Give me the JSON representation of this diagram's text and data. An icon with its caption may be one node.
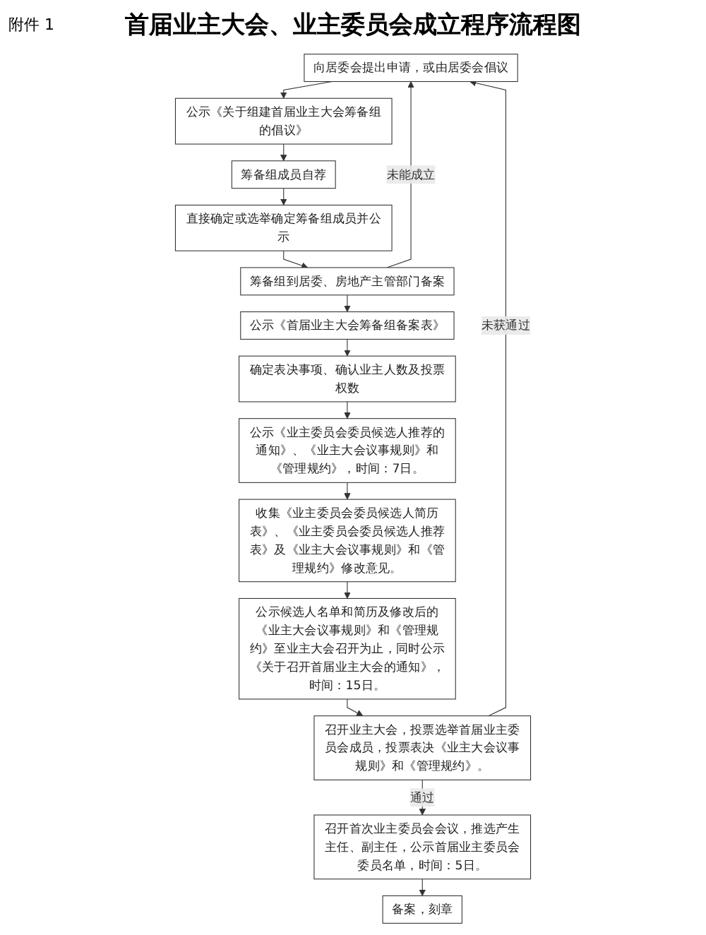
{
  "diagram": {
    "title": "首届业主大会、业主委员会成立程序流程图",
    "nodes": [
      {
        "text": [
          "向居委会提出申请，或由居委会倡议"
        ]
      },
      {
        "text": [
          "公示《关于组建首届业主大会筹备组的倡议》"
        ]
      },
      {
        "text": [
          "筹备组成员自荐"
        ]
      },
      {
        "text": [
          "直接确定或选举确定筹备组成员并公示"
        ]
      },
      {
        "text": [
          "筹备组到居委、房地产主管部门备案"
        ]
      },
      {
        "text": [
          "公示《首届业主大会筹备组备案表》"
        ]
      },
      {
        "text": [
          "确定表决事项、确认业主人数及投票权数"
        ]
      },
      {
        "text": [
          "公示《业主委员会委员候选人推荐的通知》、《业主大会议事规则》和《管理规约》，时间：7日。"
        ]
      },
      {
        "text": [
          "收集《业主委员会委员候选人简历表》、《业主委员会委员候选人推荐表》及《业主大会议事规则》和《管理规约》修改意见。"
        ]
      },
      {
        "text": [
          "公示候选人名单和简历及修改后的《业主大会议事规则》和《管理规约》至业主大会召开为止，同时公示《关于召开首届业主大会的通知》，时间：15日。"
        ]
      },
      {
        "text": [
          "召开业主大会，投票选举首届业主委员会成员，投票表决《业主大会议事规则》和《管理规约》。"
        ]
      },
      {
        "text": [
          "召开首次业主委员会会议，推选产生主任、副主任，公示首届业主委员会委员名单，时间：5日。"
        ]
      },
      {
        "text": [
          "备案，刻章"
        ]
      }
    ],
    "edges": [
      {
        "from": 0,
        "to": 1,
        "arrow": "to"
      },
      {
        "from": 1,
        "to": 2,
        "arrow": "to"
      },
      {
        "from": 2,
        "to": 3,
        "arrow": "to"
      },
      {
        "from": 3,
        "to": 4,
        "arrow": "to"
      },
      {
        "from": 4,
        "to": 5,
        "arrow": "to"
      },
      {
        "from": 5,
        "to": 6,
        "arrow": "to"
      },
      {
        "from": 6,
        "to": 7,
        "arrow": "to"
      },
      {
        "from": 7,
        "to": 8,
        "arrow": "to"
      },
      {
        "from": 8,
        "to": 9,
        "arrow": "to"
      },
      {
        "from": 9,
        "to": 10,
        "arrow": "to"
      },
      {
        "from": 10,
        "to": 11,
        "label": "通过",
        "arrow": "to"
      },
      {
        "from": 11,
        "to": 12,
        "arrow": "to"
      },
      {
        "from": 4,
        "to": 0,
        "label": "未能成立",
        "arrow": "to"
      },
      {
        "from": 10,
        "to": 0,
        "label": "未获通过",
        "arrow": "to"
      }
    ],
    "labels": [
      "附件 1"
    ]
  }
}
